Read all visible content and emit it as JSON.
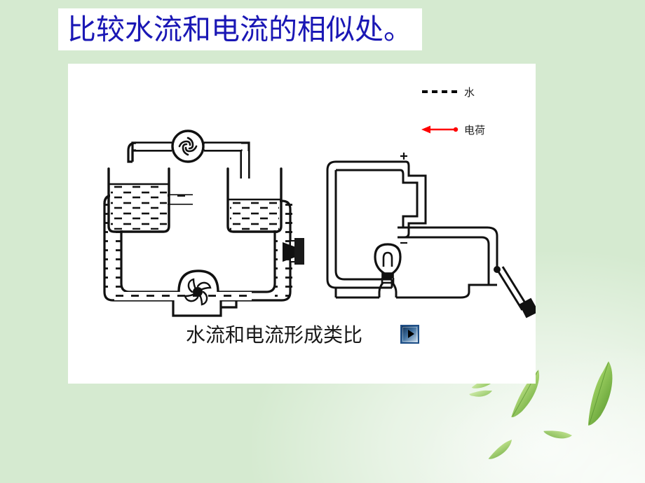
{
  "slide": {
    "background_color": "#d5ead0",
    "panel_color": "#ffffff",
    "title": "比较水流和电流的相似处。",
    "title_color": "#1a17b5"
  },
  "legend": {
    "items": [
      {
        "label": "水",
        "style": "dashed-line",
        "color": "#000000"
      },
      {
        "label": "电荷",
        "style": "arrow-with-dot",
        "color": "#ff0000"
      }
    ]
  },
  "diagram": {
    "caption": "水流和电流形成类比",
    "water_circuit": {
      "name": "水流回路",
      "parts": [
        {
          "name": "pump",
          "label": ""
        },
        {
          "name": "upper-tank-left",
          "label": ""
        },
        {
          "name": "upper-tank-right",
          "label": ""
        },
        {
          "name": "turbine",
          "label": ""
        },
        {
          "name": "valve",
          "label": ""
        }
      ]
    },
    "electric_circuit": {
      "name": "电流回路",
      "parts": [
        {
          "name": "battery",
          "label_positive": "+",
          "label_negative": "−"
        },
        {
          "name": "lamp",
          "label": ""
        },
        {
          "name": "knife-switch",
          "label": ""
        }
      ]
    }
  },
  "play_button": {
    "name": "play-media-button",
    "glyph": "▶"
  }
}
